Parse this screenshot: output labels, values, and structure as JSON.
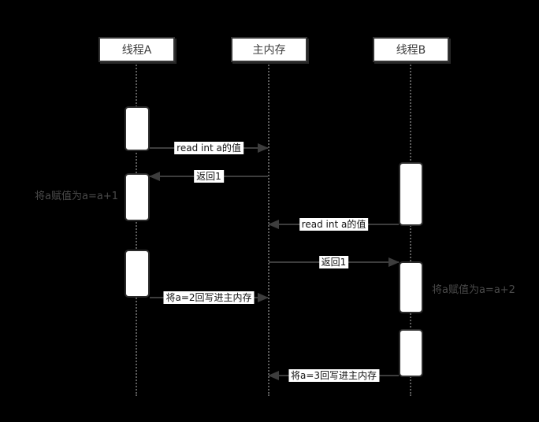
{
  "diagram": {
    "type": "sequence-diagram",
    "participants": [
      {
        "label": "线程A"
      },
      {
        "label": "主内存"
      },
      {
        "label": "线程B"
      }
    ],
    "messages": [
      {
        "label": "read int a的值",
        "from": "线程A",
        "to": "主内存",
        "direction": "right"
      },
      {
        "label": "返回1",
        "from": "主内存",
        "to": "线程A",
        "direction": "left"
      },
      {
        "label": "read int a的值",
        "from": "线程B",
        "to": "主内存",
        "direction": "left"
      },
      {
        "label": "返回1",
        "from": "主内存",
        "to": "线程B",
        "direction": "right"
      },
      {
        "label": "将a=2回写进主内存",
        "from": "线程A",
        "to": "主内存",
        "direction": "right"
      },
      {
        "label": "将a=3回写进主内存",
        "from": "线程B",
        "to": "主内存",
        "direction": "left"
      }
    ],
    "notes": [
      {
        "label": "将a赋值为a=a+1",
        "attached_to": "线程A"
      },
      {
        "label": "将a赋值为a=a+2",
        "attached_to": "线程B"
      }
    ],
    "colors": {
      "background": "#000000",
      "box_fill": "#ffffff",
      "box_border": "#333333",
      "activation_border": "#2b2b2b",
      "arrow_line": "#3d3d3d",
      "lifeline_dots": "#5c5c5c",
      "message_label_text": "#111111",
      "note_text": "#4a4a4a",
      "participant_text": "#3d3d3d"
    }
  }
}
